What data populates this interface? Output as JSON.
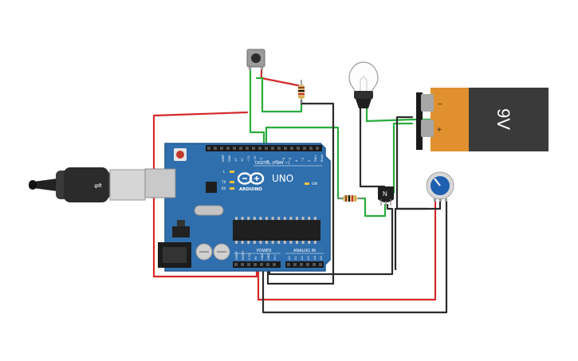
{
  "colors": {
    "board": "#2f6fae",
    "board_edge": "#22598f",
    "wire_red": "#d42a2a",
    "wire_green": "#2bab3d",
    "wire_black": "#2b2b2b",
    "battery_orange": "#e0902f",
    "battery_dark": "#3a3a3a",
    "pot_blue": "#1f5fb0"
  },
  "board": {
    "model": "UNO",
    "brand": "ARDUINO",
    "digital_header": "DIGITAL (PWM ~)",
    "power_header": "POWER",
    "analog_header": "ANALOG IN",
    "on_label": "ON",
    "tx_label": "TX",
    "rx_label": "RX",
    "l_label": "L",
    "aref": "AREF",
    "gnd": "GND",
    "digital_pins": [
      "13",
      "12",
      "~11",
      "~10",
      "~9",
      "8",
      "7",
      "~6",
      "~5",
      "4",
      "~3",
      "2",
      "TX▸1",
      "RX◂0"
    ],
    "power_pins": [
      "IOREF",
      "RESET",
      "3.3V",
      "5V",
      "GND",
      "GND",
      "Vin"
    ],
    "analog_pins": [
      "A0",
      "A1",
      "A2",
      "A3",
      "A4",
      "A5"
    ]
  },
  "battery": {
    "label": "9V",
    "minus": "−",
    "plus": "+"
  },
  "transistor": {
    "label": "N"
  },
  "icons": [
    "usb-cable-icon",
    "pushbutton-icon",
    "lightbulb-icon",
    "battery-icon",
    "potentiometer-icon",
    "resistor-icon",
    "npn-transistor-icon"
  ]
}
